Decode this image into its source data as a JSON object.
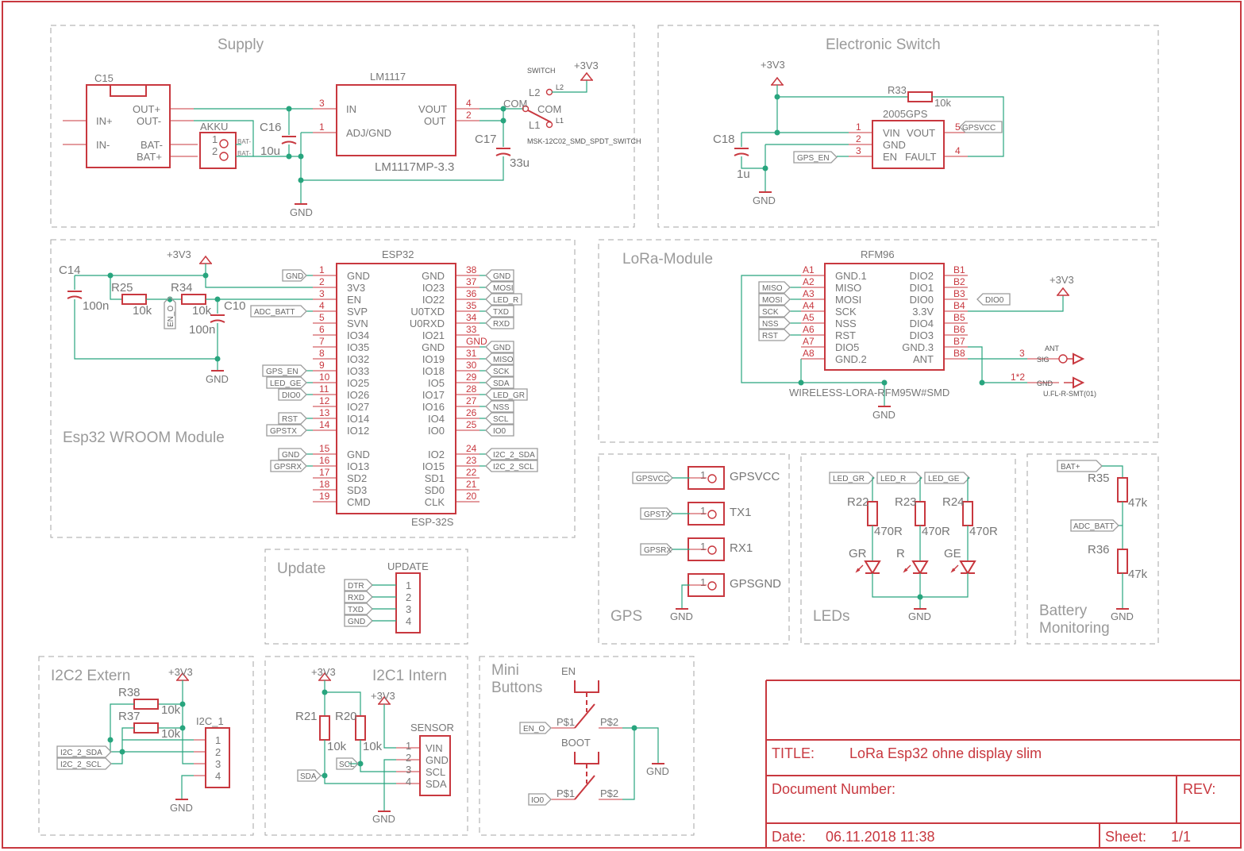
{
  "sections": {
    "supply": "Supply",
    "switch": "Electronic Switch",
    "esp": "Esp32 WROOM Module",
    "lora": "LoRa-Module",
    "update": "Update",
    "gps": "GPS",
    "leds": "LEDs",
    "battery1": "Battery",
    "battery2": "Monitoring",
    "i2c2": "I2C2 Extern",
    "i2c1": "I2C1 Intern",
    "mini1": "Mini",
    "mini2": "Buttons"
  },
  "common": {
    "gnd": "GND",
    "v33": "+3V3"
  },
  "supply": {
    "c15": "C15",
    "out_p": "OUT+",
    "out_m": "OUT-",
    "in_p": "IN+",
    "in_m": "IN-",
    "bat_m": "BAT-",
    "bat_p": "BAT+",
    "akku": "AKKU",
    "p1": "1",
    "p2": "2",
    "bat_small": "BAT-",
    "bat_small2": "BAT-",
    "c16": "C16",
    "c16v": "10u",
    "lm": "LM1117",
    "lm_in": "IN",
    "lm_adj": "ADJ/GND",
    "lm_vout": "VOUT",
    "lm_out": "OUT",
    "lm_part": "LM1117MP-3.3",
    "n3": "3",
    "n1": "1",
    "n4": "4",
    "n2": "2",
    "c17": "C17",
    "c17v": "33u",
    "switch_lbl": "SWITCH",
    "l2": "L2",
    "l2b": "L2",
    "com": "COM",
    "com2": "COM",
    "l1": "L1",
    "l1b": "L1",
    "sw_part": "MSK-12C02_SMD_SPDT_SWITCH"
  },
  "eswitch": {
    "r33": "R33",
    "r33v": "10k",
    "chip": "2005GPS",
    "vin": "VIN",
    "gnd": "GND",
    "en": "EN",
    "vout": "VOUT",
    "fault": "FAULT",
    "p1": "1",
    "p2": "2",
    "p3": "3",
    "p5": "5",
    "p4": "4",
    "c18": "C18",
    "c18v": "1u",
    "gpsvcc": "GPSVCC",
    "gps_en": "GPS_EN"
  },
  "esp": {
    "name": "ESP32",
    "part": "ESP-32S",
    "c14": "C14",
    "c14v": "100n",
    "r25": "R25",
    "r25v": "10k",
    "r34": "R34",
    "r34v": "10k",
    "c10": "C10",
    "c10v": "100n",
    "en_o": "EN_O",
    "left_pins": [
      {
        "n": "1",
        "s": "GND"
      },
      {
        "n": "2",
        "s": "3V3"
      },
      {
        "n": "3",
        "s": "EN"
      },
      {
        "n": "4",
        "s": "SVP"
      },
      {
        "n": "5",
        "s": "SVN"
      },
      {
        "n": "6",
        "s": "IO34"
      },
      {
        "n": "7",
        "s": "IO35"
      },
      {
        "n": "8",
        "s": "IO32"
      },
      {
        "n": "9",
        "s": "IO33"
      },
      {
        "n": "10",
        "s": "IO25"
      },
      {
        "n": "11",
        "s": "IO26"
      },
      {
        "n": "12",
        "s": "IO27"
      },
      {
        "n": "13",
        "s": "IO14"
      },
      {
        "n": "14",
        "s": "IO12"
      },
      {
        "n": "15",
        "s": "GND"
      },
      {
        "n": "16",
        "s": "IO13"
      },
      {
        "n": "17",
        "s": "SD2"
      },
      {
        "n": "18",
        "s": "SD3"
      },
      {
        "n": "19",
        "s": "CMD"
      }
    ],
    "right_pins": [
      {
        "n": "38",
        "s": "GND"
      },
      {
        "n": "37",
        "s": "IO23"
      },
      {
        "n": "36",
        "s": "IO22"
      },
      {
        "n": "35",
        "s": "U0TXD"
      },
      {
        "n": "34",
        "s": "U0RXD"
      },
      {
        "n": "33",
        "s": "IO21"
      },
      {
        "n": "GND",
        "s": "GND"
      },
      {
        "n": "31",
        "s": "IO19"
      },
      {
        "n": "30",
        "s": "IO18"
      },
      {
        "n": "29",
        "s": "IO5"
      },
      {
        "n": "28",
        "s": "IO17"
      },
      {
        "n": "27",
        "s": "IO16"
      },
      {
        "n": "26",
        "s": "IO4"
      },
      {
        "n": "25",
        "s": "IO0"
      },
      {
        "n": "24",
        "s": "IO2"
      },
      {
        "n": "23",
        "s": "IO15"
      },
      {
        "n": "22",
        "s": "SD1"
      },
      {
        "n": "21",
        "s": "SD0"
      },
      {
        "n": "20",
        "s": "CLK"
      }
    ],
    "left_labels": [
      "GND",
      "ADC_BATT",
      "GPS_EN",
      "LED_GE",
      "DIO0",
      "RST",
      "GPSTX",
      "GND",
      "GPSRX"
    ],
    "right_labels": [
      "GND",
      "MOSI",
      "LED_R",
      "TXD",
      "RXD",
      "GND",
      "MISO",
      "SCK",
      "SDA",
      "LED_GR",
      "NSS",
      "SCL",
      "IO0",
      "I2C_2_SDA",
      "I2C_2_SCL"
    ]
  },
  "lora": {
    "chip": "RFM96",
    "part": "WIRELESS-LORA-RFM95W#SMD",
    "left": [
      {
        "n": "A1",
        "s": "GND.1"
      },
      {
        "n": "A2",
        "s": "MISO"
      },
      {
        "n": "A3",
        "s": "MOSI"
      },
      {
        "n": "A4",
        "s": "SCK"
      },
      {
        "n": "A5",
        "s": "NSS"
      },
      {
        "n": "A6",
        "s": "RST"
      },
      {
        "n": "A7",
        "s": "DIO5"
      },
      {
        "n": "A8",
        "s": "GND.2"
      }
    ],
    "right": [
      {
        "n": "B1",
        "s": "DIO2"
      },
      {
        "n": "B2",
        "s": "DIO1"
      },
      {
        "n": "B3",
        "s": "DIO0"
      },
      {
        "n": "B4",
        "s": "3.3V"
      },
      {
        "n": "B5",
        "s": "DIO4"
      },
      {
        "n": "B6",
        "s": "DIO3"
      },
      {
        "n": "B7",
        "s": "GND.3"
      },
      {
        "n": "B8",
        "s": "ANT"
      }
    ],
    "left_labels": [
      "MISO",
      "MOSI",
      "SCK",
      "NSS",
      "RST"
    ],
    "dio0": "DIO0",
    "ant": "ANT",
    "sig": "SIG",
    "gndp": "GND",
    "n3": "3",
    "n12": "1*2",
    "ufl": "U.FL-R-SMT(01)"
  },
  "update": {
    "name": "UPDATE",
    "labels": [
      "DTR",
      "RXD",
      "TXD",
      "GND"
    ],
    "pins": [
      "1",
      "2",
      "3",
      "4"
    ]
  },
  "gps": {
    "rows": [
      {
        "lbl": "GPSVCC",
        "name": "GPSVCC"
      },
      {
        "lbl": "GPSTX",
        "name": "TX1"
      },
      {
        "lbl": "GPSRX",
        "name": "RX1"
      },
      {
        "lbl": "",
        "name": "GPSGND"
      }
    ],
    "pin": "1"
  },
  "leds": {
    "items": [
      {
        "lbl": "LED_GR",
        "r": "R22",
        "rv": "470R",
        "d": "GR"
      },
      {
        "lbl": "LED_R",
        "r": "R23",
        "rv": "470R",
        "d": "R"
      },
      {
        "lbl": "LED_GE",
        "r": "R24",
        "rv": "470R",
        "d": "GE"
      }
    ]
  },
  "battery": {
    "batp": "BAT+",
    "r35": "R35",
    "r35v": "47k",
    "adc": "ADC_BATT",
    "r36": "R36",
    "r36v": "47k"
  },
  "i2c2": {
    "r38": "R38",
    "r38v": "10k",
    "r37": "R37",
    "r37v": "10k",
    "conn": "I2C_1",
    "sda": "I2C_2_SDA",
    "scl": "I2C_2_SCL",
    "pins": [
      "1",
      "2",
      "3",
      "4"
    ]
  },
  "i2c1": {
    "r21": "R21",
    "r21v": "10k",
    "r20": "R20",
    "r20v": "10k",
    "sensor": "SENSOR",
    "pins": [
      "VIN",
      "GND",
      "SCL",
      "SDA"
    ],
    "nums": [
      "1",
      "2",
      "3",
      "4"
    ],
    "scl": "SCL",
    "sda": "SDA"
  },
  "buttons": {
    "en": "EN",
    "en_o": "EN_O",
    "ps1": "P$1",
    "ps2": "P$2",
    "boot": "BOOT",
    "io0": "IO0"
  },
  "titleblock": {
    "title_k": "TITLE:",
    "title_v": "LoRa Esp32 ohne display slim",
    "doc": "Document Number:",
    "rev": "REV:",
    "date_k": "Date:",
    "date_v": "06.11.2018 11:38",
    "sheet_k": "Sheet:",
    "sheet_v": "1/1"
  }
}
